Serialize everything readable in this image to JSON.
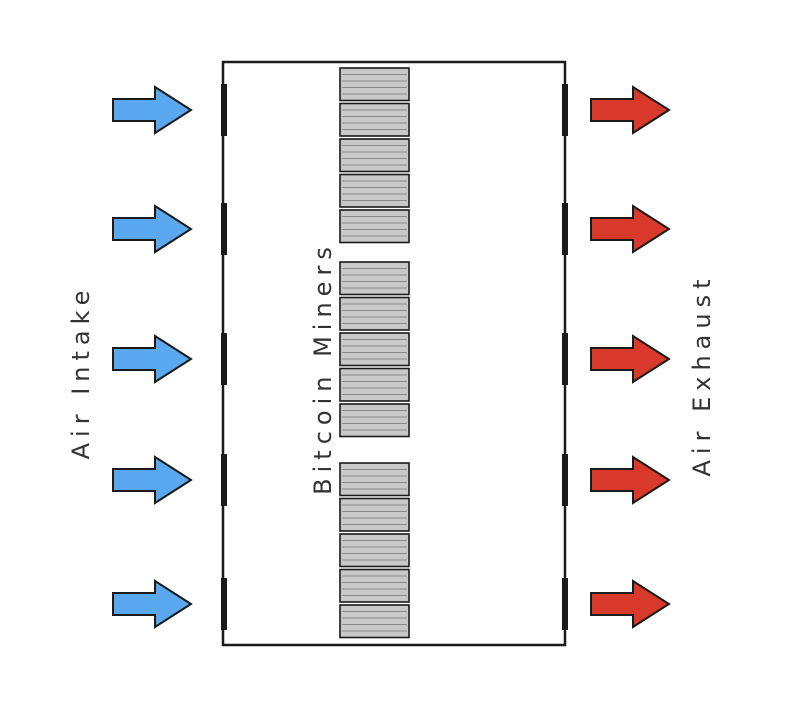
{
  "labels": {
    "intake": "Air Intake",
    "miners": "Bitcoin Miners",
    "exhaust": "Air Exhaust"
  },
  "colors": {
    "intake_arrow": "#5aa9f0",
    "exhaust_arrow": "#d9392b",
    "miner_fill": "#c8c8c8",
    "outline": "#1a1a1a"
  },
  "miner_groups": [
    {
      "units": 5
    },
    {
      "units": 5
    },
    {
      "units": 5
    }
  ],
  "vents_per_side": 5
}
